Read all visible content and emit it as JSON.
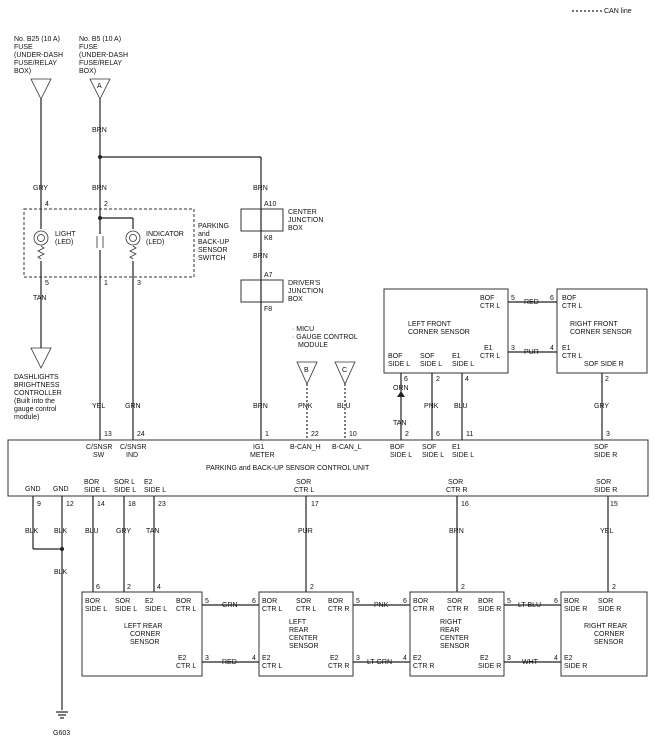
{
  "legend": {
    "can_line": "CAN line"
  },
  "fuses": {
    "b25": {
      "l1": "No. B25 (10 A)",
      "l2": "FUSE",
      "l3": "(UNDER-DASH",
      "l4": "FUSE/RELAY",
      "l5": "BOX)"
    },
    "b5": {
      "l1": "No. B5 (10 A)",
      "l2": "FUSE",
      "l3": "(UNDER-DASH",
      "l4": "FUSE/RELAY",
      "l5": "BOX)",
      "conn": "A"
    }
  },
  "switch": {
    "name": [
      "PARKING",
      "and",
      "BACK-UP",
      "SENSOR",
      "SWITCH"
    ],
    "light": [
      "LIGHT",
      "(LED)"
    ],
    "indicator": [
      "INDICATOR",
      "(LED)"
    ],
    "pins": {
      "p4": "4",
      "p2": "2",
      "p5": "5",
      "p1": "1",
      "p3": "3"
    }
  },
  "cjb": {
    "name": [
      "CENTER",
      "JUNCTION",
      "BOX"
    ],
    "top_pin": "A10",
    "bot_pin": "K8"
  },
  "djb": {
    "name": [
      "DRIVER'S",
      "JUNCTION",
      "BOX"
    ],
    "top_pin": "A7",
    "bot_pin": "F8"
  },
  "dashlights": [
    "DASHLIGHTS",
    "BRIGHTNESS",
    "CONTROLLER",
    "(Built into the",
    "gauge control",
    "module)"
  ],
  "micu": {
    "l1": "· MICU",
    "l2": "· GAUGE CONTROL",
    "l3": "MODULE",
    "conn_b": "B",
    "conn_c": "C"
  },
  "wires": {
    "brn": "BRN",
    "gry": "GRY",
    "tan": "TAN",
    "yel": "YEL",
    "grn": "GRN",
    "pnk": "PNK",
    "blu": "BLU",
    "orn": "ORN",
    "red": "RED",
    "pur": "PUR",
    "blk": "BLK",
    "lt_grn": "LT GRN",
    "lt_blu": "LT BLU",
    "wht": "WHT"
  },
  "lf_sensor": {
    "name": [
      "LEFT FRONT",
      "CORNER SENSOR"
    ],
    "bof_ctr_l": [
      "BOF",
      "CTR L"
    ],
    "e1_ctr_l": [
      "E1",
      "CTR L"
    ],
    "bof_side_l": [
      "BOF",
      "SIDE L"
    ],
    "sof_side_l": [
      "SOF",
      "SIDE L"
    ],
    "e1_side_l": [
      "E1",
      "SIDE L"
    ],
    "pins": {
      "p5": "5",
      "p3": "3",
      "p6": "6",
      "p2": "2",
      "p4": "4"
    }
  },
  "rf_sensor": {
    "name": [
      "RIGHT FRONT",
      "CORNER SENSOR"
    ],
    "bof_ctr_l": [
      "BOF",
      "CTR L"
    ],
    "e1_ctr_l": [
      "E1",
      "CTR L"
    ],
    "sof_side_r": "SOF SIDE R",
    "pins": {
      "p6": "6",
      "p4": "4",
      "p2": "2"
    }
  },
  "control_unit": {
    "name": "PARKING and BACK-UP SENSOR CONTROL UNIT",
    "top_labels": {
      "csnsr_sw": [
        "C/SNSR",
        "SW"
      ],
      "csnsr_ind": [
        "C/SNSR",
        "IND"
      ],
      "ig1_meter": [
        "IG1",
        "METER"
      ],
      "bcan_h": "B-CAN_H",
      "bcan_l": "B-CAN_L",
      "bof_side_l": [
        "BOF",
        "SIDE L"
      ],
      "sof_side_l": [
        "SOF",
        "SIDE L"
      ],
      "e1_side_l": [
        "E1",
        "SIDE L"
      ],
      "sof_side_r": [
        "SOF",
        "SIDE R"
      ]
    },
    "top_pins": {
      "p13": "13",
      "p24": "24",
      "p1": "1",
      "p22": "22",
      "p10": "10",
      "p2": "2",
      "p6": "6",
      "p11": "11",
      "p3": "3"
    },
    "bottom_labels": {
      "gnd1": "GND",
      "gnd2": "GND",
      "bor_side_l": [
        "BOR",
        "SIDE L"
      ],
      "sor_side_l": [
        "SOR L",
        "SIDE L"
      ],
      "e2_side_l": [
        "E2",
        "SIDE L"
      ],
      "sor_ctr_l": [
        "SOR",
        "CTR L"
      ],
      "sor_ctr_r": [
        "SOR",
        "CTR R"
      ],
      "sor_side_r": [
        "SOR",
        "SIDE R"
      ]
    },
    "bottom_pins": {
      "p9": "9",
      "p12": "12",
      "p14": "14",
      "p18": "18",
      "p23": "23",
      "p17": "17",
      "p16": "16",
      "p15": "15"
    }
  },
  "ground": "G603",
  "lr_sensor": {
    "name": [
      "LEFT REAR",
      "CORNER",
      "SENSOR"
    ],
    "top": {
      "bor": [
        "BOR",
        "SIDE L"
      ],
      "sor": [
        "SOR",
        "SIDE L"
      ],
      "e2": [
        "E2",
        "SIDE L"
      ],
      "ctr": [
        "BOR",
        "CTR L"
      ]
    },
    "e2_ctr_l": [
      "E2",
      "CTR L"
    ],
    "pins": {
      "p6": "6",
      "p2": "2",
      "p4": "4",
      "p5": "5",
      "p3": "3"
    }
  },
  "lrc_sensor": {
    "name": [
      "LEFT",
      "REAR",
      "CENTER",
      "SENSOR"
    ],
    "top": {
      "bor": [
        "BOR",
        "CTR L"
      ],
      "sor": [
        "SOR",
        "CTR L"
      ],
      "side": [
        "BOR",
        "CTR R"
      ]
    },
    "e2_ctr_l": [
      "E2",
      "CTR L"
    ],
    "e2_ctr_r": [
      "E2",
      "CTR R"
    ],
    "pins": {
      "p6": "6",
      "p2": "2",
      "p5": "5",
      "p4": "4",
      "p3": "3"
    }
  },
  "rrc_sensor": {
    "name": [
      "RIGHT",
      "REAR",
      "CENTER",
      "SENSOR"
    ],
    "top": {
      "bor": [
        "BOR",
        "CTR R"
      ],
      "sor": [
        "SOR",
        "CTR R"
      ],
      "side": [
        "BOR",
        "SIDE R"
      ]
    },
    "e2_ctr_r": [
      "E2",
      "CTR R"
    ],
    "e2_side_r": [
      "E2",
      "SIDE R"
    ],
    "pins": {
      "p6": "6",
      "p2": "2",
      "p5": "5",
      "p4": "4",
      "p3": "3"
    }
  },
  "rr_sensor": {
    "name": [
      "RIGHT REAR",
      "CORNER",
      "SENSOR"
    ],
    "top": {
      "bor": [
        "BOR",
        "SIDE R"
      ],
      "sor": [
        "SOR",
        "SIDE R"
      ]
    },
    "e2_side_r": [
      "E2",
      "SIDE R"
    ],
    "pins": {
      "p6": "6",
      "p2": "2",
      "p4": "4"
    }
  }
}
